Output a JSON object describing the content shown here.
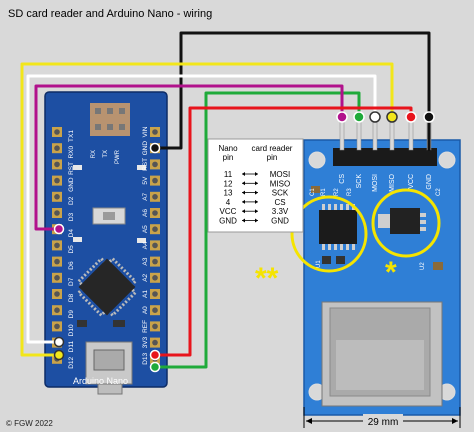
{
  "title": "SD card reader and Arduino Nano - wiring",
  "credit": "© FGW 2022",
  "dimension_label": "29 mm",
  "board_caption": "Arduino Nano",
  "stars_left": "**",
  "stars_right": "*",
  "pin_table": {
    "header_left": [
      "Nano",
      "pin"
    ],
    "header_right": [
      "card reader",
      "pin"
    ],
    "rows": [
      {
        "nano": "11",
        "reader": "MOSI"
      },
      {
        "nano": "12",
        "reader": "MISO"
      },
      {
        "nano": "13",
        "reader": "SCK"
      },
      {
        "nano": "4",
        "reader": "CS"
      },
      {
        "nano": "VCC",
        "reader": "3.3V"
      },
      {
        "nano": "GND",
        "reader": "GND"
      }
    ]
  },
  "nano_pins_right": [
    "VIN",
    "GND",
    "RST",
    "5V",
    "A7",
    "A6",
    "A5",
    "A4",
    "A3",
    "A2",
    "A1",
    "A0",
    "REF",
    "3V3",
    "D13"
  ],
  "nano_pins_left": [
    "TX1",
    "RX0",
    "RST",
    "GND",
    "D2",
    "D3",
    "D4",
    "D5",
    "D6",
    "D7",
    "D8",
    "D9",
    "D10",
    "D11",
    "D12"
  ],
  "nano_labels_small": [
    "RX",
    "TX",
    "PWR"
  ],
  "reader_pins": [
    "CS",
    "SCK",
    "MOSI",
    "MISO",
    "VCC",
    "GND"
  ],
  "reader_labels": [
    "C1",
    "R1",
    "R2",
    "R3",
    "U1",
    "C2",
    "U2"
  ],
  "wire_colors": {
    "gnd": "#111111",
    "vcc": "#e8141c",
    "miso": "#f2e61a",
    "mosi": "#ffffff",
    "sck": "#1faa3a",
    "cs": "#b1128c"
  },
  "colors": {
    "board_blue": "#1d4fa3",
    "reader_blue": "#2f7fd6",
    "highlight": "#f5e400"
  }
}
